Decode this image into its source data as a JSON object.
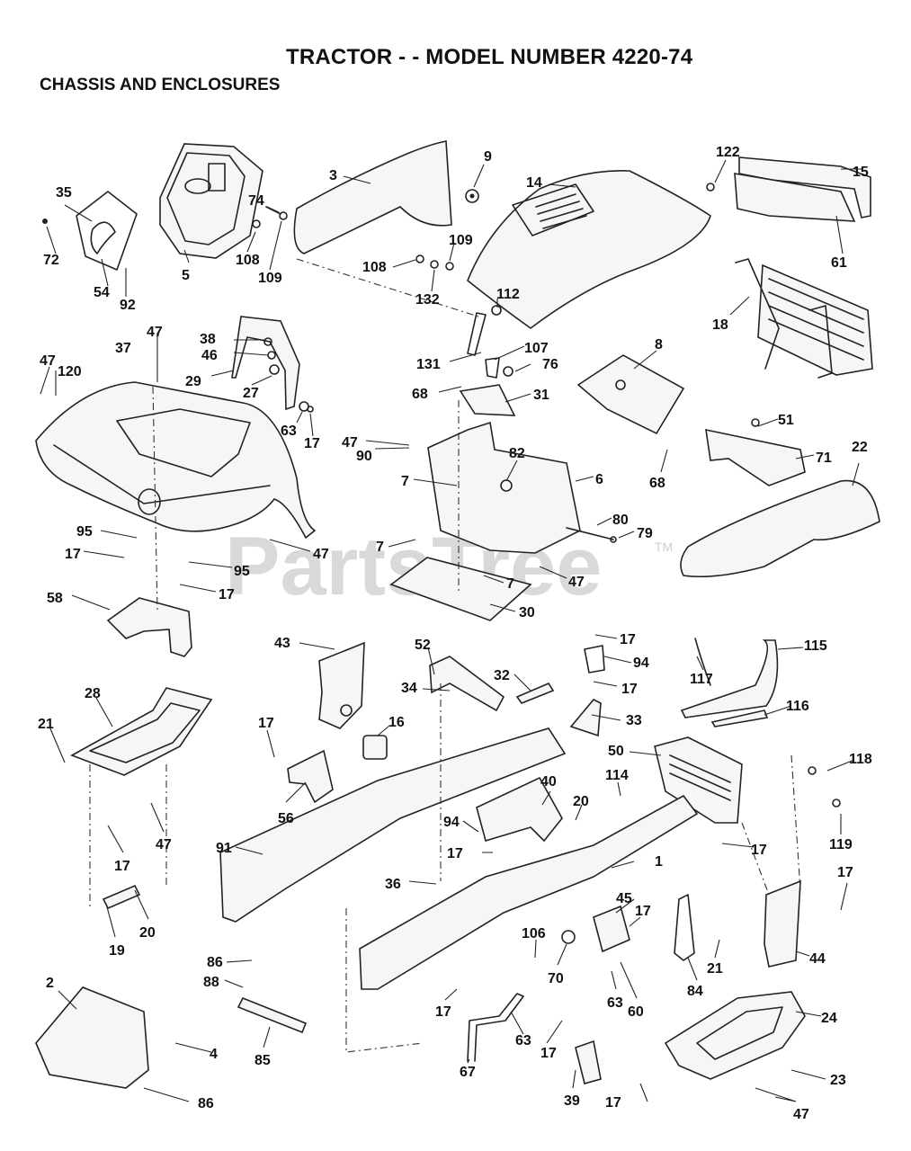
{
  "header": {
    "title": "TRACTOR - - MODEL NUMBER 4220-74",
    "subtitle": "CHASSIS AND ENCLOSURES"
  },
  "watermark": {
    "text": "PartsTree",
    "mark": "TM"
  },
  "colors": {
    "ink": "#222222",
    "watermark": "#d9d9d9"
  },
  "callouts": [
    "3",
    "9",
    "14",
    "122",
    "15",
    "35",
    "74",
    "72",
    "54",
    "92",
    "5",
    "108",
    "109",
    "108",
    "132",
    "109",
    "112",
    "61",
    "18",
    "131",
    "107",
    "76",
    "8",
    "47",
    "37",
    "38",
    "46",
    "29",
    "27",
    "47",
    "120",
    "63",
    "17",
    "68",
    "31",
    "47",
    "90",
    "82",
    "6",
    "51",
    "71",
    "22",
    "7",
    "68",
    "80",
    "79",
    "95",
    "17",
    "47",
    "95",
    "7",
    "7",
    "47",
    "17",
    "58",
    "30",
    "43",
    "52",
    "17",
    "34",
    "32",
    "94",
    "115",
    "17",
    "117",
    "28",
    "33",
    "116",
    "21",
    "16",
    "17",
    "50",
    "118",
    "114",
    "40",
    "20",
    "56",
    "47",
    "94",
    "17",
    "91",
    "17",
    "1",
    "119",
    "36",
    "17",
    "17",
    "45",
    "17",
    "20",
    "106",
    "19",
    "70",
    "84",
    "21",
    "44",
    "86",
    "88",
    "63",
    "60",
    "2",
    "17",
    "24",
    "4",
    "85",
    "63",
    "67",
    "17",
    "23",
    "39",
    "17",
    "86",
    "47"
  ]
}
